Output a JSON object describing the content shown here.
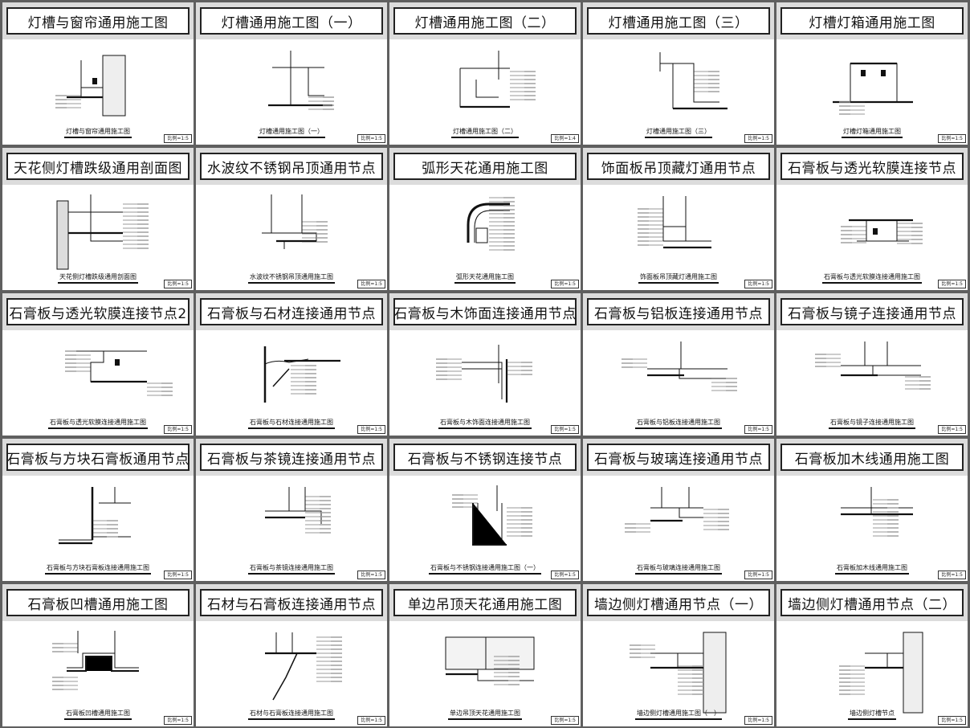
{
  "sheet": {
    "cells": [
      {
        "title": "灯槽与窗帘通用施工图",
        "caption": "灯槽与窗帘通用施工图",
        "scale": "比例=1:5",
        "icon": "detail-drawing-icon"
      },
      {
        "title": "灯槽通用施工图（一）",
        "caption": "灯槽通用施工图（一）",
        "scale": "比例=1:5",
        "icon": "detail-drawing-icon"
      },
      {
        "title": "灯槽通用施工图（二）",
        "caption": "灯槽通用施工图（二）",
        "scale": "比例=1:4",
        "icon": "detail-drawing-icon"
      },
      {
        "title": "灯槽通用施工图（三）",
        "caption": "灯槽通用施工图（三）",
        "scale": "比例=1:5",
        "icon": "detail-drawing-icon"
      },
      {
        "title": "灯槽灯箱通用施工图",
        "caption": "灯槽灯箱通用施工图",
        "scale": "比例=1:5",
        "icon": "detail-drawing-icon"
      },
      {
        "title": "天花侧灯槽跌级通用剖面图",
        "caption": "天花侧灯槽跌级通用剖面图",
        "scale": "比例=1:5",
        "icon": "detail-drawing-icon"
      },
      {
        "title": "水波纹不锈钢吊顶通用节点",
        "caption": "水波纹不锈钢吊顶通用施工图",
        "scale": "比例=1:5",
        "icon": "detail-drawing-icon"
      },
      {
        "title": "弧形天花通用施工图",
        "caption": "弧形天花通用施工图",
        "scale": "比例=1:5",
        "icon": "detail-drawing-icon"
      },
      {
        "title": "饰面板吊顶藏灯通用节点",
        "caption": "饰面板吊顶藏灯通用施工图",
        "scale": "比例=1:5",
        "icon": "detail-drawing-icon"
      },
      {
        "title": "石膏板与透光软膜连接节点",
        "caption": "石膏板与透光软膜连接通用施工图",
        "scale": "比例=1:5",
        "icon": "detail-drawing-icon"
      },
      {
        "title": "石膏板与透光软膜连接节点2",
        "caption": "石膏板与透光软膜连接通用施工图",
        "scale": "比例=1:5",
        "icon": "detail-drawing-icon"
      },
      {
        "title": "石膏板与石材连接通用节点",
        "caption": "石膏板与石材连接通用施工图",
        "scale": "比例=1:5",
        "icon": "detail-drawing-icon"
      },
      {
        "title": "石膏板与木饰面连接通用节点",
        "caption": "石膏板与木饰面连接通用施工图",
        "scale": "比例=1:5",
        "icon": "detail-drawing-icon"
      },
      {
        "title": "石膏板与铝板连接通用节点",
        "caption": "石膏板与铝板连接通用施工图",
        "scale": "比例=1:5",
        "icon": "detail-drawing-icon"
      },
      {
        "title": "石膏板与镜子连接通用节点",
        "caption": "石膏板与镜子连接通用施工图",
        "scale": "比例=1:5",
        "icon": "detail-drawing-icon"
      },
      {
        "title": "石膏板与方块石膏板通用节点",
        "caption": "石膏板与方块石膏板连接通用施工图",
        "scale": "比例=1:5",
        "icon": "detail-drawing-icon"
      },
      {
        "title": "石膏板与茶镜连接通用节点",
        "caption": "石膏板与茶镜连接通用施工图",
        "scale": "比例=1:5",
        "icon": "detail-drawing-icon"
      },
      {
        "title": "石膏板与不锈钢连接节点",
        "caption": "石膏板与不锈钢连接通用施工图（一）",
        "scale": "比例=1:5",
        "icon": "detail-drawing-icon"
      },
      {
        "title": "石膏板与玻璃连接通用节点",
        "caption": "石膏板与玻璃连接通用施工图",
        "scale": "比例=1:5",
        "icon": "detail-drawing-icon"
      },
      {
        "title": "石膏板加木线通用施工图",
        "caption": "石膏板加木线通用施工图",
        "scale": "比例=1:5",
        "icon": "detail-drawing-icon"
      },
      {
        "title": "石膏板凹槽通用施工图",
        "caption": "石膏板凹槽通用施工图",
        "scale": "比例=1:5",
        "icon": "detail-drawing-icon"
      },
      {
        "title": "石材与石膏板连接通用节点",
        "caption": "石材与石膏板连接通用施工图",
        "scale": "比例=1:5",
        "icon": "detail-drawing-icon"
      },
      {
        "title": "单边吊顶天花通用施工图",
        "caption": "单边吊顶天花通用施工图",
        "scale": "比例=1:5",
        "icon": "detail-drawing-icon"
      },
      {
        "title": "墙边侧灯槽通用节点（一）",
        "caption": "墙边侧灯槽通用施工图（一）",
        "scale": "比例=1:5",
        "icon": "detail-drawing-icon"
      },
      {
        "title": "墙边侧灯槽通用节点（二）",
        "caption": "墙边侧灯槽节点",
        "scale": "比例=1:5",
        "icon": "detail-drawing-icon"
      }
    ]
  }
}
